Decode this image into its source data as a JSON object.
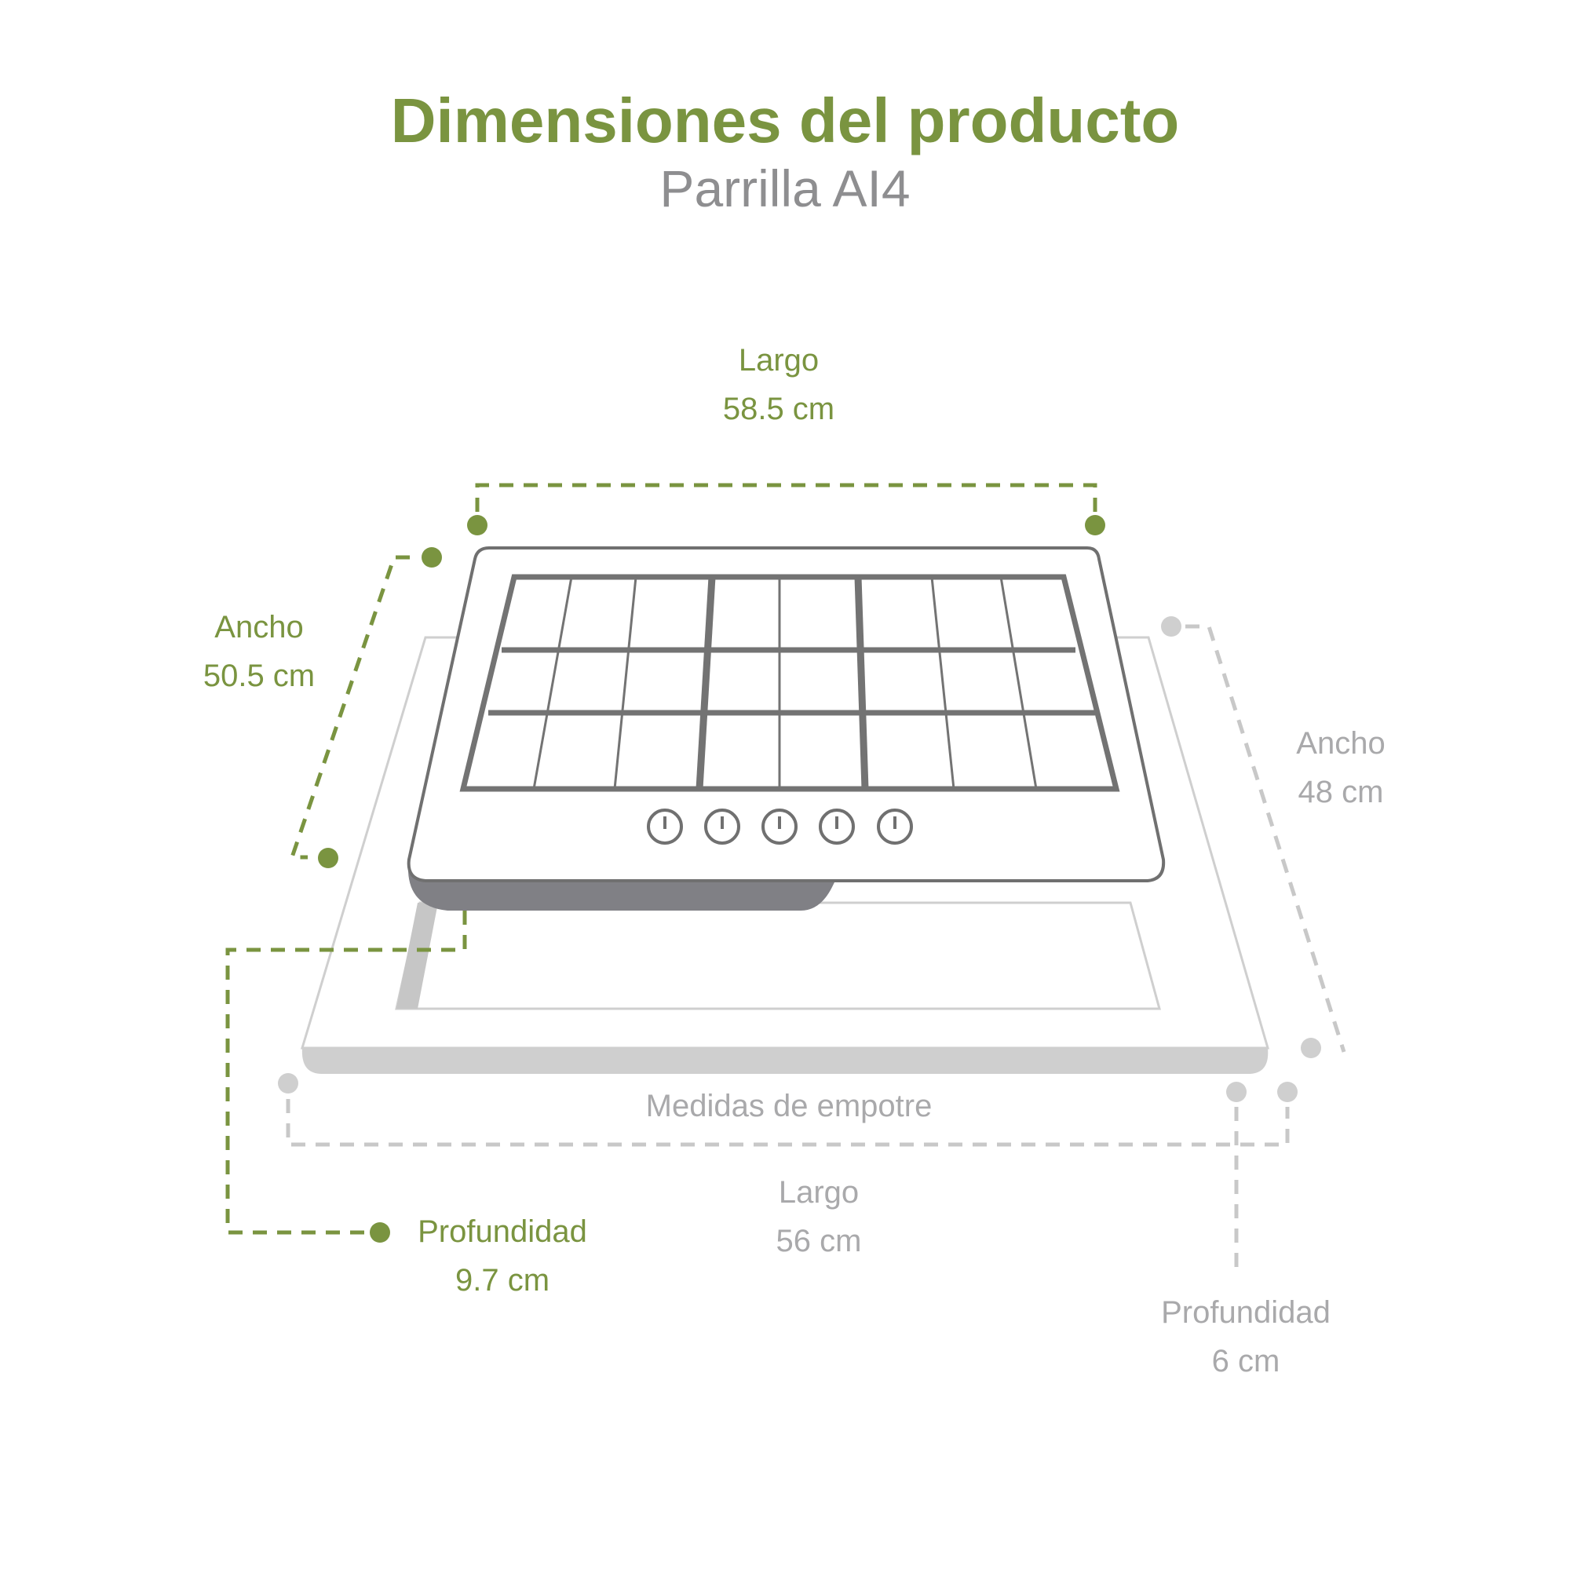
{
  "header": {
    "title": "Dimensiones del producto",
    "subtitle": "Parrilla AI4"
  },
  "product": {
    "largo": {
      "label": "Largo",
      "value": "58.5 cm"
    },
    "ancho": {
      "label": "Ancho",
      "value": "50.5 cm"
    },
    "profundidad": {
      "label": "Profundidad",
      "value": "9.7 cm"
    }
  },
  "empotre": {
    "heading": "Medidas de empotre",
    "largo": {
      "label": "Largo",
      "value": "56 cm"
    },
    "ancho": {
      "label": "Ancho",
      "value": "48 cm"
    },
    "profundidad": {
      "label": "Profundidad",
      "value": "6 cm"
    }
  },
  "stove": {
    "knob_count": 5
  },
  "colors": {
    "accent_green": "#7a9440",
    "muted_gray": "#a9a9ab",
    "outline_dark": "#707070",
    "shadow_gray": "#808085",
    "base_gray": "#cfcfcf"
  }
}
